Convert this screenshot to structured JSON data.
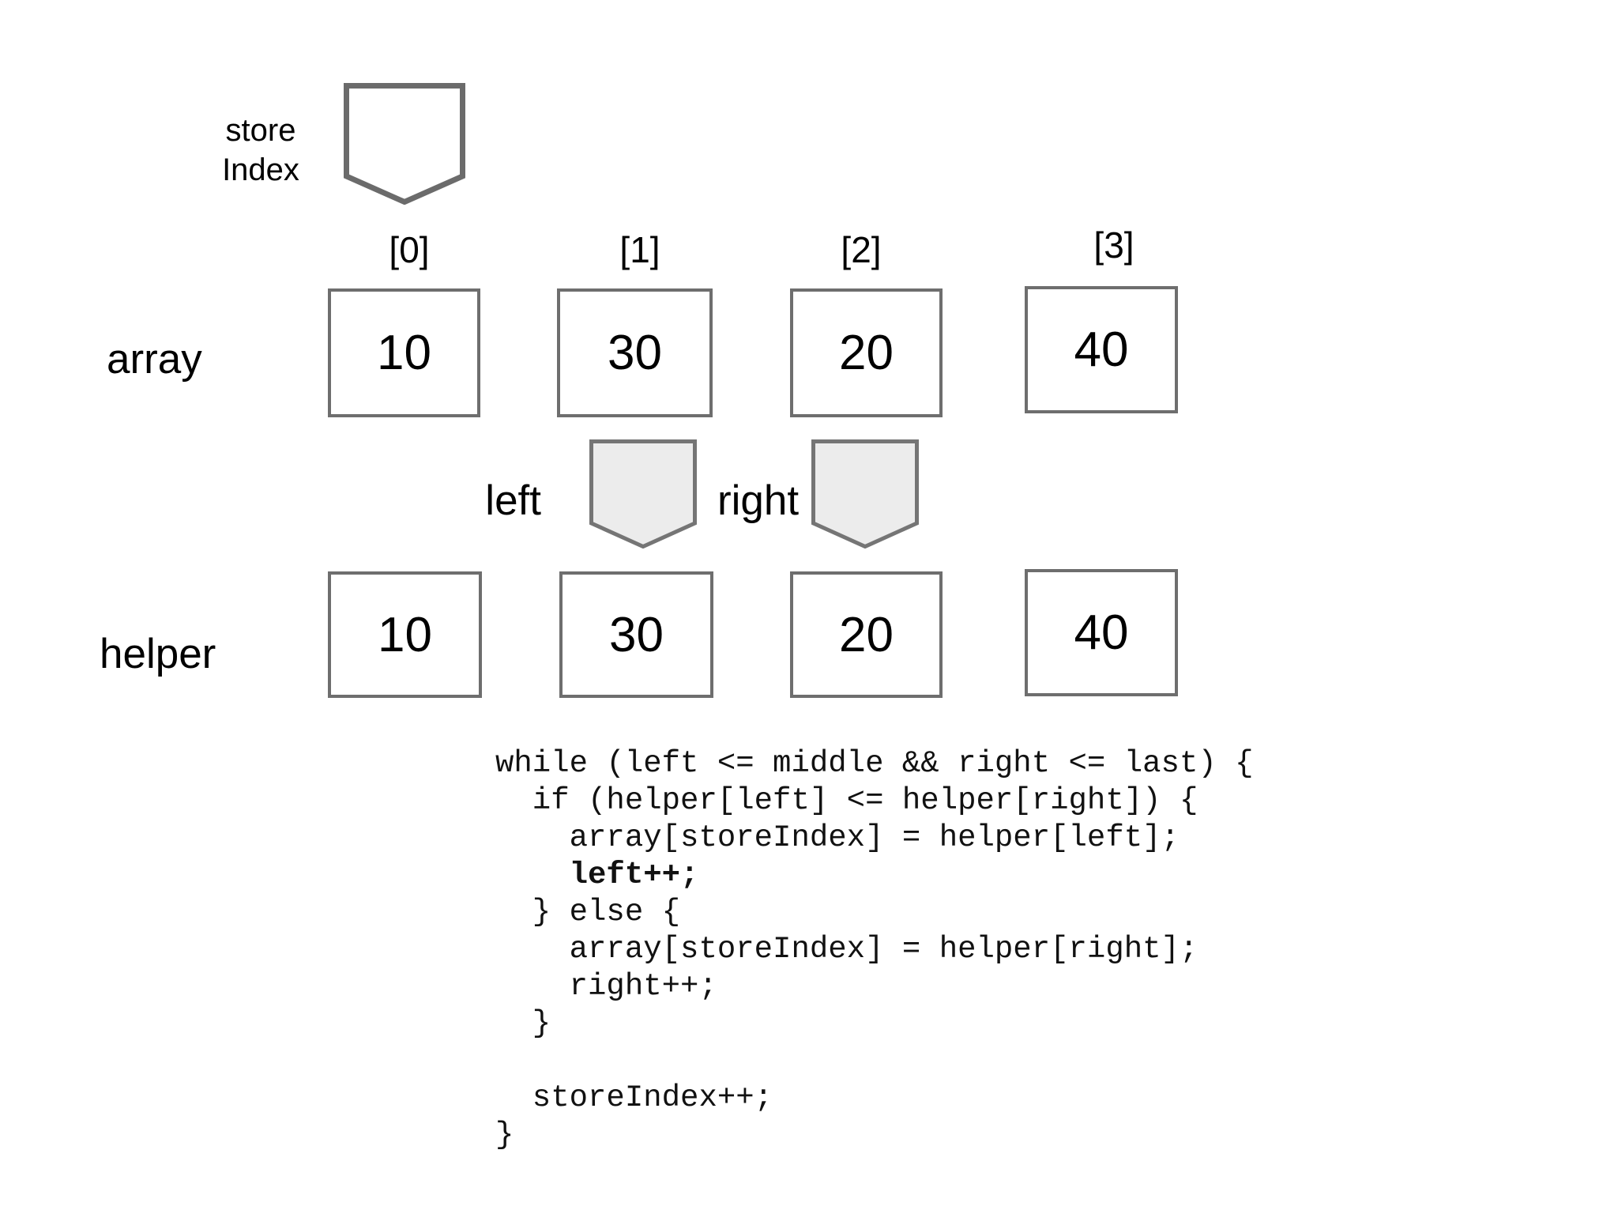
{
  "diagram": {
    "store_pointer": {
      "label_line1": "store",
      "label_line2": "Index"
    },
    "index_labels": [
      "[0]",
      "[1]",
      "[2]",
      "[3]"
    ],
    "array_row": {
      "label": "array",
      "values": [
        "10",
        "30",
        "20",
        "40"
      ]
    },
    "pointers": {
      "left_label": "left",
      "right_label": "right"
    },
    "helper_row": {
      "label": "helper",
      "values": [
        "10",
        "30",
        "20",
        "40"
      ]
    }
  },
  "code": {
    "lines": [
      {
        "text": "while (left <= middle && right <= last) {"
      },
      {
        "text": "  if (helper[left] <= helper[right]) {"
      },
      {
        "text": "    array[storeIndex] = helper[left];"
      },
      {
        "pre": "    ",
        "bold": "left++;"
      },
      {
        "text": "  } else {"
      },
      {
        "text": "    array[storeIndex] = helper[right];"
      },
      {
        "text": "    right++;"
      },
      {
        "text": "  }"
      },
      {
        "text": " "
      },
      {
        "text": "  storeIndex++;"
      },
      {
        "text": "}"
      }
    ]
  },
  "colors": {
    "background": "#ffffff",
    "text": "#000000",
    "box_border": "#6e6e6e",
    "store_pointer_border": "#6b6b6b",
    "pointer_border": "#757575",
    "pointer_fill": "#ececec"
  }
}
